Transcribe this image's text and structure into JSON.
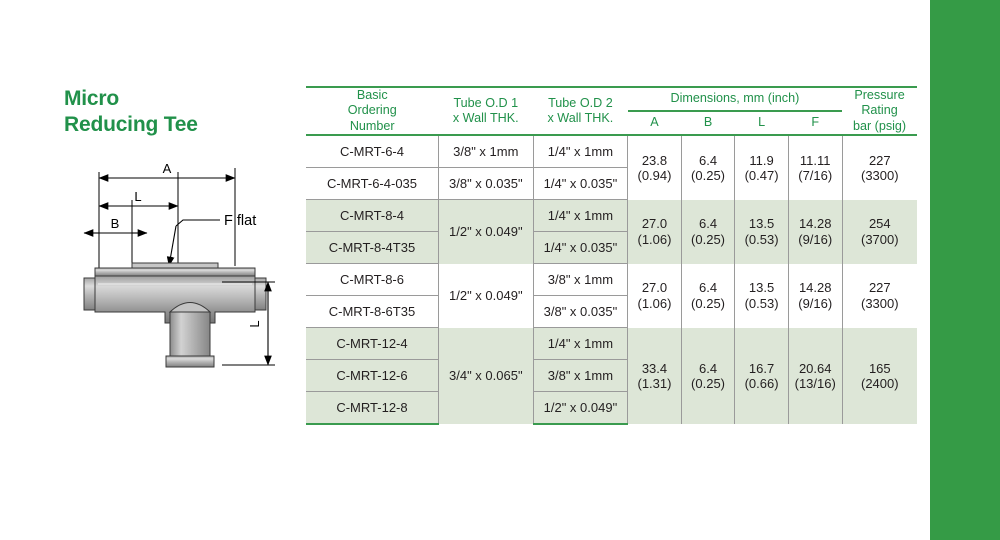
{
  "page": {
    "title_line1": "Micro",
    "title_line2": "Reducing Tee",
    "accent_green": "#21914a",
    "bar_green": "#359b46",
    "shade_green": "#dde6d7"
  },
  "drawing": {
    "label_a": "A",
    "label_l_top": "L",
    "label_b": "B",
    "label_f_flat": "F flat",
    "label_l_side": "L"
  },
  "table": {
    "headers": {
      "ordering": "Basic\nOrdering\nNumber",
      "od1": "Tube O.D 1\nx Wall THK.",
      "od2": "Tube O.D 2\nx Wall THK.",
      "dimensions_group": "Dimensions, mm (inch)",
      "dim_a": "A",
      "dim_b": "B",
      "dim_l": "L",
      "dim_f": "F",
      "pressure": "Pressure\nRating\nbar (psig)"
    },
    "groups": [
      {
        "shaded": false,
        "od1": "",
        "od1_span": 0,
        "rows": [
          {
            "ordering": "C-MRT-6-4",
            "od1": "3/8\" x 1mm",
            "od2": "1/4\" x 1mm"
          },
          {
            "ordering": "C-MRT-6-4-035",
            "od1": "3/8\" x 0.035\"",
            "od2": "1/4\" x 0.035\""
          }
        ],
        "a": "23.8\n(0.94)",
        "b": "6.4\n(0.25)",
        "l": "11.9\n(0.47)",
        "f": "11.11\n(7/16)",
        "pressure": "227\n(3300)"
      },
      {
        "shaded": true,
        "od1": "1/2\" x 0.049\"",
        "od1_span": 2,
        "rows": [
          {
            "ordering": "C-MRT-8-4",
            "od2": "1/4\" x 1mm"
          },
          {
            "ordering": "C-MRT-8-4T35",
            "od2": "1/4\" x 0.035\""
          }
        ],
        "a": "27.0\n(1.06)",
        "b": "6.4\n(0.25)",
        "l": "13.5\n(0.53)",
        "f": "14.28\n(9/16)",
        "pressure": "254\n(3700)"
      },
      {
        "shaded": false,
        "od1": "1/2\" x 0.049\"",
        "od1_span": 2,
        "rows": [
          {
            "ordering": "C-MRT-8-6",
            "od2": "3/8\" x 1mm"
          },
          {
            "ordering": "C-MRT-8-6T35",
            "od2": "3/8\" x 0.035\""
          }
        ],
        "a": "27.0\n(1.06)",
        "b": "6.4\n(0.25)",
        "l": "13.5\n(0.53)",
        "f": "14.28\n(9/16)",
        "pressure": "227\n(3300)"
      },
      {
        "shaded": true,
        "od1": "3/4\" x 0.065\"",
        "od1_span": 3,
        "rows": [
          {
            "ordering": "C-MRT-12-4",
            "od2": "1/4\" x 1mm"
          },
          {
            "ordering": "C-MRT-12-6",
            "od2": "3/8\" x 1mm"
          },
          {
            "ordering": "C-MRT-12-8",
            "od2": "1/2\" x 0.049\""
          }
        ],
        "a": "33.4\n(1.31)",
        "b": "6.4\n(0.25)",
        "l": "16.7\n(0.66)",
        "f": "20.64\n(13/16)",
        "pressure": "165\n(2400)"
      }
    ]
  }
}
